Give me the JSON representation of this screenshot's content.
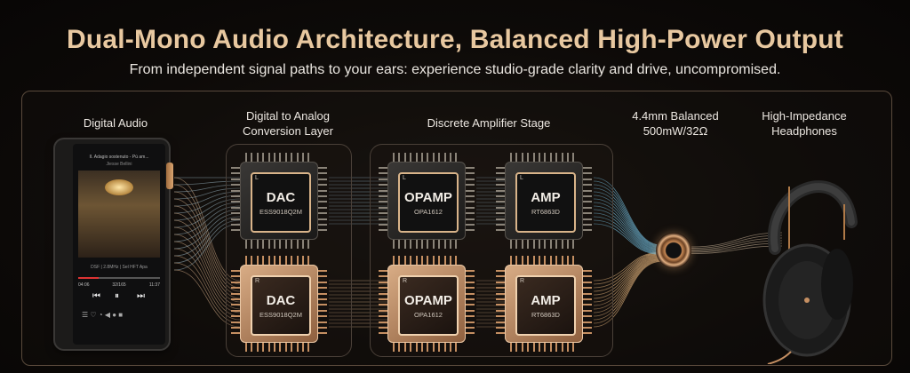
{
  "title": "Dual-Mono Audio Architecture, Balanced High-Power Output",
  "subtitle": "From independent signal paths to your ears: experience studio-grade clarity and drive, uncompromised.",
  "stages": {
    "digital_audio": "Digital Audio",
    "dac_layer_line1": "Digital to Analog",
    "dac_layer_line2": "Conversion Layer",
    "amp_stage": "Discrete Amplifier Stage",
    "balanced_line1": "4.4mm Balanced",
    "balanced_line2": "500mW/32Ω",
    "headphones_line1": "High-Impedance",
    "headphones_line2": "Headphones"
  },
  "chips": {
    "left": [
      {
        "channel": "L",
        "name": "DAC",
        "part": "ESS9018Q2M"
      },
      {
        "channel": "L",
        "name": "OPAMP",
        "part": "OPA1612"
      },
      {
        "channel": "L",
        "name": "AMP",
        "part": "RT6863D"
      }
    ],
    "right": [
      {
        "channel": "R",
        "name": "DAC",
        "part": "ESS9018Q2M"
      },
      {
        "channel": "R",
        "name": "OPAMP",
        "part": "OPA1612"
      },
      {
        "channel": "R",
        "name": "AMP",
        "part": "RT6863D"
      }
    ]
  },
  "player": {
    "track": "II. Adagio sostenuto - Pú am...",
    "artist": "Jiesse Bellini",
    "format": "DSF | 2.8MHz | Sel HFT Apa",
    "time_elapsed": "04:06",
    "track_index": "32/165",
    "time_total": "11:37"
  },
  "colors": {
    "accent": "#e8c8a0",
    "copper": "#c58f62",
    "flow_left": "#6fb7d6",
    "flow_right": "#e0b07a"
  }
}
